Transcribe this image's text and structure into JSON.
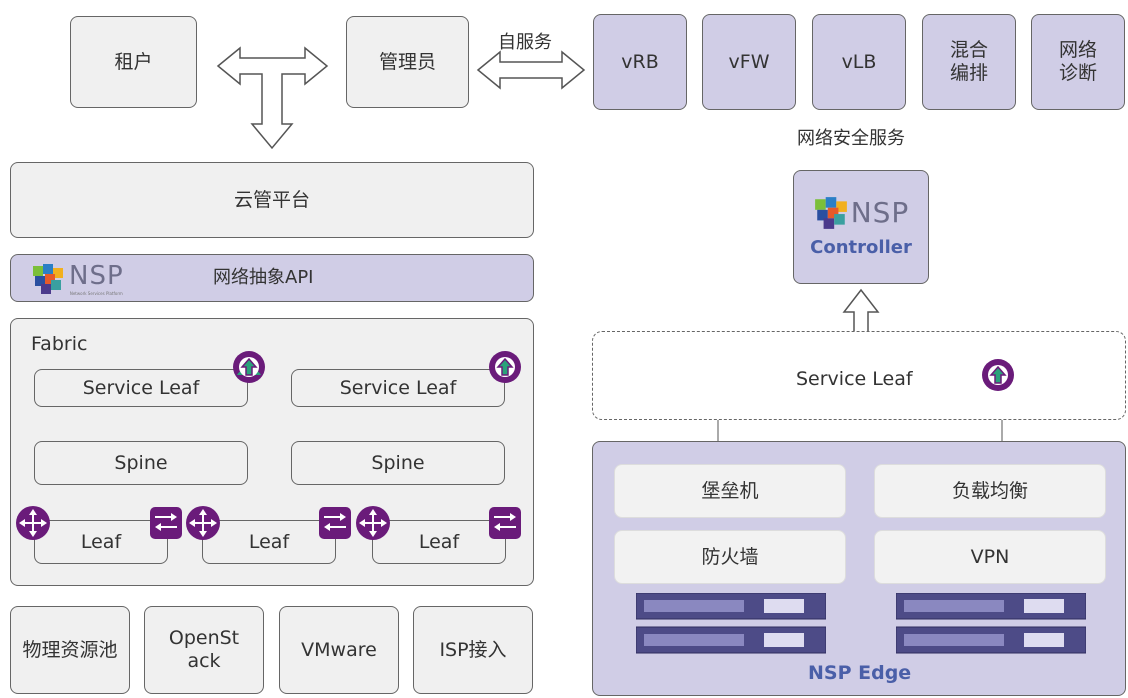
{
  "top": {
    "tenant": "租户",
    "admin": "管理员",
    "self_service": "自服务",
    "services": [
      "vRB",
      "vFW",
      "vLB",
      "混合\n编排",
      "网络\n诊断"
    ],
    "security_label": "网络安全服务"
  },
  "cloud_platform": "云管平台",
  "nsp_api_bar": {
    "logo_text": "NSP",
    "logo_subtext": "Network Services Platform",
    "label": "网络抽象API"
  },
  "fabric": {
    "title": "Fabric",
    "service_leafs": [
      "Service Leaf",
      "Service Leaf"
    ],
    "spines": [
      "Spine",
      "Spine"
    ],
    "leafs": [
      "Leaf",
      "Leaf",
      "Leaf"
    ]
  },
  "resources": [
    "物理资源池",
    "OpenSt\nack",
    "VMware",
    "ISP接入"
  ],
  "controller": {
    "logo_text": "NSP",
    "label": "Controller"
  },
  "right_service_leaf": "Service Leaf",
  "edge": {
    "items": [
      "堡垒机",
      "负载均衡",
      "防火墙",
      "VPN"
    ],
    "label": "NSP Edge"
  },
  "colors": {
    "purple_fill": "#d0cde6",
    "gray_fill": "#f0f0f0",
    "accent_blue": "#4a5fa8",
    "router_purple": "#6a1b7a",
    "upgrade_green": "#2aa27a"
  }
}
